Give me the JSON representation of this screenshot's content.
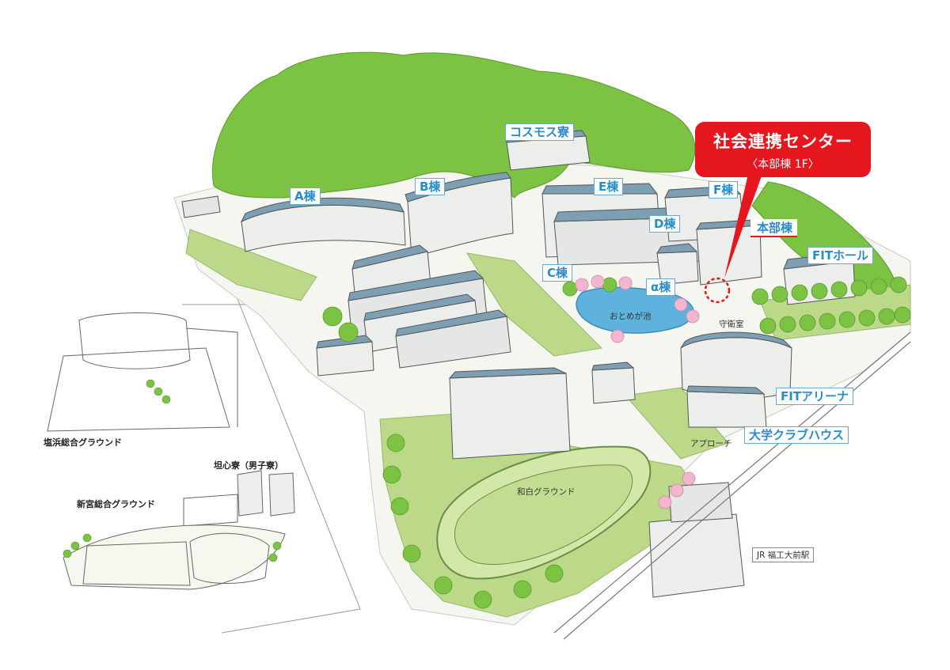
{
  "colors": {
    "forest": "#7cc243",
    "grass": "#bcd98a",
    "roof": "#7d9fb3",
    "pond": "#5fb1de",
    "label_text": "#2a8cc7",
    "callout": "#e5161e"
  },
  "callout": {
    "title": "社会連携センター",
    "subtitle": "〈本部棟 1F〉"
  },
  "labels": {
    "cosmos": "コスモス寮",
    "a": "A棟",
    "b": "B棟",
    "e": "E棟",
    "f": "F棟",
    "d": "D棟",
    "honbu": "本部棟",
    "fit_hall": "FITホール",
    "c": "C棟",
    "alpha": "α棟",
    "fit_arena": "FITアリーナ",
    "club": "大学クラブハウス"
  },
  "places": {
    "pond": "おとめが池",
    "guard": "守衛室",
    "approach": "アプローチ",
    "ground": "和白グラウンド",
    "station": "JR 福工大前駅"
  },
  "inset": {
    "shiohama": "塩浜総合グラウンド",
    "dorm": "坦心寮（男子寮）",
    "aramiya": "新宮総合グラウンド"
  }
}
